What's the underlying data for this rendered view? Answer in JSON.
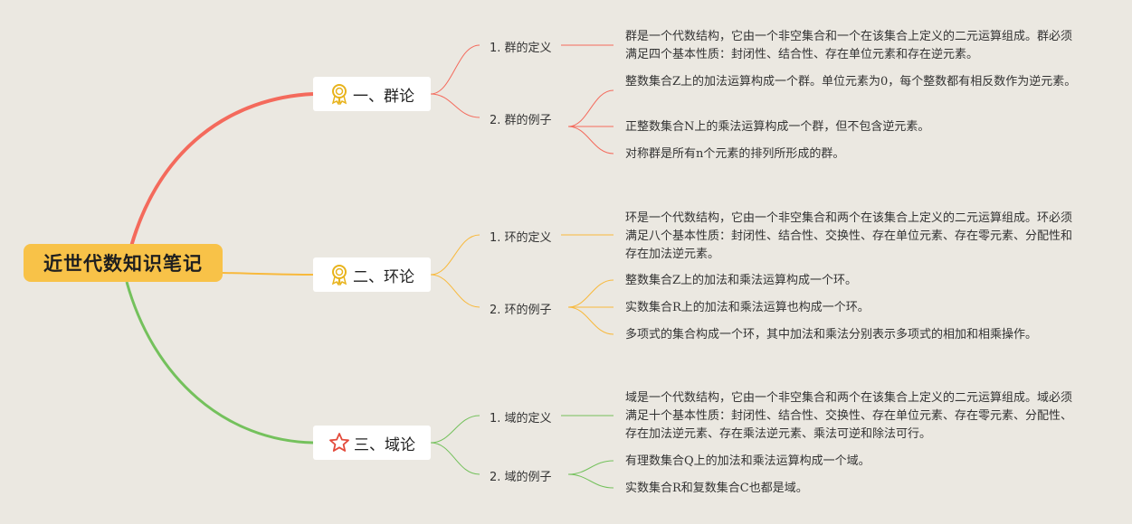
{
  "root": {
    "title": "近世代数知识笔记"
  },
  "colors": {
    "red": "#f46a5c",
    "orange": "#f8b93c",
    "green": "#74c15c",
    "root_bg": "#f8c248"
  },
  "branches": [
    {
      "label": "一、群论",
      "icon": "ribbon-badge-icon",
      "subs": [
        {
          "label": "1. 群的定义",
          "leaves": [
            "群是一个代数结构，它由一个非空集合和一个在该集合上定义的二元运算组成。群必须满足四个基本性质：封闭性、结合性、存在单位元素和存在逆元素。"
          ]
        },
        {
          "label": "2. 群的例子",
          "leaves": [
            "整数集合Z上的加法运算构成一个群。单位元素为0，每个整数都有相反数作为逆元素。",
            "正整数集合N上的乘法运算构成一个群，但不包含逆元素。",
            "对称群是所有n个元素的排列所形成的群。"
          ]
        }
      ]
    },
    {
      "label": "二、环论",
      "icon": "ribbon-badge-icon",
      "subs": [
        {
          "label": "1. 环的定义",
          "leaves": [
            "环是一个代数结构，它由一个非空集合和两个在该集合上定义的二元运算组成。环必须满足八个基本性质：封闭性、结合性、交换性、存在单位元素、存在零元素、分配性和存在加法逆元素。"
          ]
        },
        {
          "label": "2. 环的例子",
          "leaves": [
            "整数集合Z上的加法和乘法运算构成一个环。",
            "实数集合R上的加法和乘法运算也构成一个环。",
            "多项式的集合构成一个环，其中加法和乘法分别表示多项式的相加和相乘操作。"
          ]
        }
      ]
    },
    {
      "label": "三、域论",
      "icon": "star-icon",
      "subs": [
        {
          "label": "1. 域的定义",
          "leaves": [
            "域是一个代数结构，它由一个非空集合和两个在该集合上定义的二元运算组成。域必须满足十个基本性质：封闭性、结合性、交换性、存在单位元素、存在零元素、分配性、存在加法逆元素、存在乘法逆元素、乘法可逆和除法可行。"
          ]
        },
        {
          "label": "2. 域的例子",
          "leaves": [
            "有理数集合Q上的加法和乘法运算构成一个域。",
            "实数集合R和复数集合C也都是域。"
          ]
        }
      ]
    }
  ]
}
